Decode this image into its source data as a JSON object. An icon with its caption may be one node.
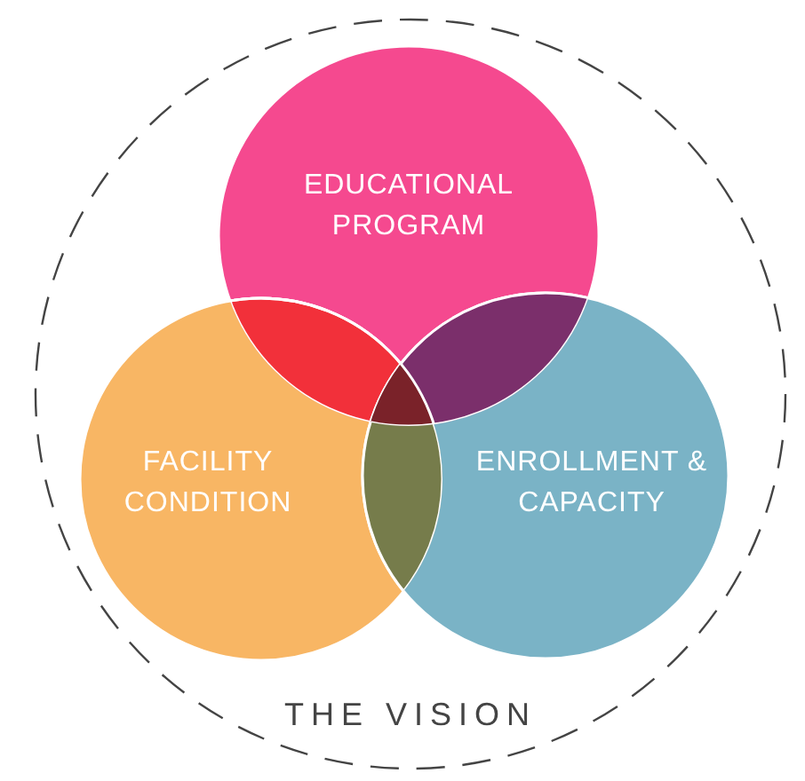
{
  "diagram": {
    "nodes": [
      {
        "text": [
          "THE VISION"
        ]
      },
      {
        "text": [
          "EDUCATIONAL PROGRAM"
        ],
        "in": 0
      },
      {
        "text": [
          "FACILITY CONDITION"
        ],
        "in": 0
      },
      {
        "text": [
          "ENROLLMENT & CAPACITY"
        ],
        "in": 0
      }
    ],
    "edges": []
  }
}
